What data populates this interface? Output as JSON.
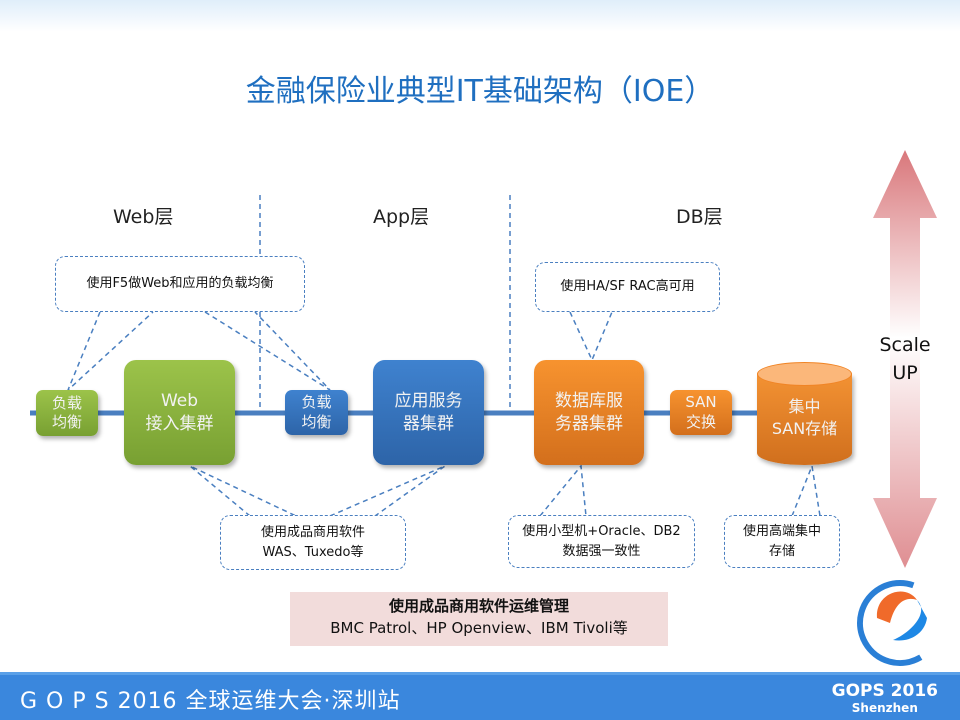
{
  "title": "金融保险业典型IT基础架构（IOE）",
  "layers": {
    "web": "Web层",
    "app": "App层",
    "db": "DB层"
  },
  "nodes": {
    "lb_web": "负载\n均衡",
    "web_cluster": "Web\n接入集群",
    "lb_app": "负载\n均衡",
    "app_cluster": "应用服务\n器集群",
    "db_cluster": "数据库服\n务器集群",
    "san_switch": "SAN\n交换",
    "san_storage": "集中\nSAN存储"
  },
  "callouts": {
    "f5": "使用F5做Web和应用的负载均衡",
    "ha": "使用HA/SF RAC高可用",
    "commercial": "使用成品商用软件\nWAS、Tuxedo等",
    "oracle": "使用小型机+Oracle、DB2\n数据强一致性",
    "storage": "使用高端集中\n存储"
  },
  "mgmt": {
    "title": "使用成品商用软件运维管理",
    "detail": "BMC Patrol、HP Openview、IBM Tivoli等"
  },
  "scale": {
    "line1": "Scale",
    "line2": "UP"
  },
  "footer": {
    "text": "G O P S 2016 全球运维大会·深圳站",
    "brand": "GOPS 2016",
    "brand_sub": "Shenzhen"
  },
  "colors": {
    "title": "#1f6fc0",
    "green": "#8ab83f",
    "blue": "#3674bd",
    "orange": "#f08425",
    "footer": "#3a87dd",
    "pink": "#f2dcdb"
  }
}
